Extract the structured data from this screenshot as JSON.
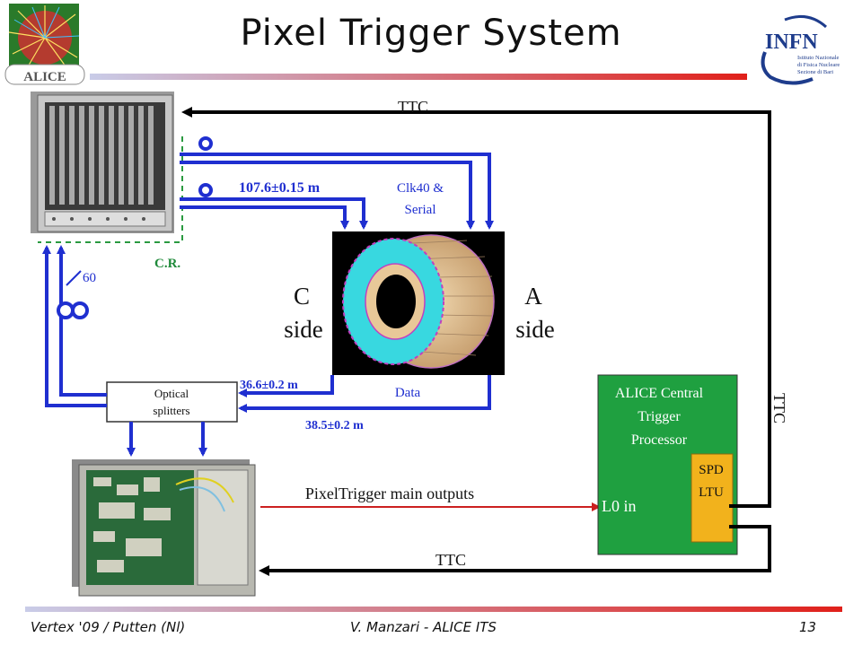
{
  "title": "Pixel Trigger System",
  "logos": {
    "left": {
      "text": "ALICE",
      "icon": "alice-logo-icon"
    },
    "right": {
      "name": "INFN",
      "line1": "Istituto Nazionale",
      "line2": "di Fisica Nucleare",
      "line3": "Sezione di Bari",
      "icon": "infn-logo-icon"
    }
  },
  "labels": {
    "ttc_top": "TTC",
    "ttc_right": "TTC",
    "ttc_bottom": "TTC",
    "cable_length_clk": "107.6±0.15  m",
    "clk_serial_line1": "Clk40 &",
    "clk_serial_line2": "Serial",
    "cr": "C.R.",
    "fiber_count": "60",
    "c_side_line1": "C",
    "c_side_line2": "side",
    "a_side_line1": "A",
    "a_side_line2": "side",
    "cable_c": "36.6±0.2 m",
    "data": "Data",
    "cable_a": "38.5±0.2 m",
    "optical_line1": "Optical",
    "optical_line2": "splitters",
    "ctp_line1": "ALICE Central",
    "ctp_line2": "Trigger",
    "ctp_line3": "Processor",
    "spd_line1": "SPD",
    "spd_line2": "LTU",
    "l0_in": "L0 in",
    "main_outputs": "PixelTrigger main outputs"
  },
  "colors": {
    "fiber": "#1f2fd0",
    "ttc_line": "#000000",
    "output_arrow": "#cc2020",
    "cr_text": "#1f8a3a",
    "ctp_box": "#1fa040",
    "spd_box": "#f2b21c",
    "rule_gradient_start": "#c9cce8",
    "rule_gradient_end": "#e0201a"
  },
  "footer": {
    "left": "Vertex '09 / Putten (Nl)",
    "center": "V. Manzari - ALICE ITS",
    "page": "13"
  }
}
